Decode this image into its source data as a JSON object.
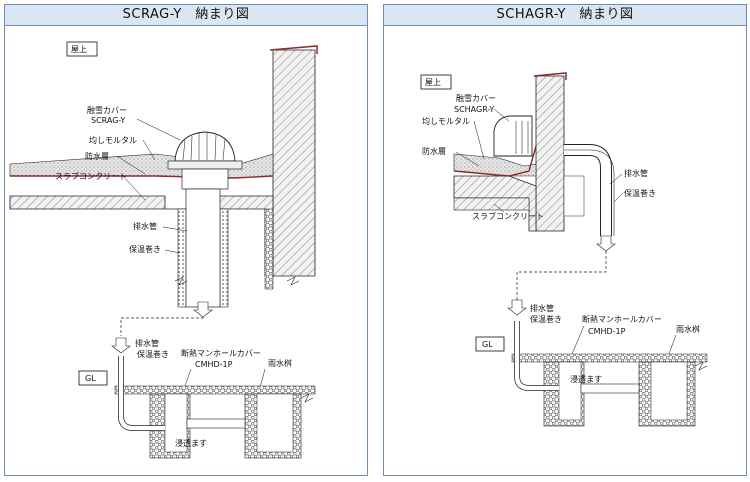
{
  "panels": [
    {
      "title": "SCRAG-Y　納まり図",
      "labels": {
        "roof": "屋上",
        "cover": "融雪カバー",
        "model": "SCRAG-Y",
        "mortar": "均しモルタル",
        "waterproof": "防水層",
        "slab": "スラブコンクリート",
        "drain_pipe": "排水管",
        "insulation": "保温巻き",
        "drain_pipe_b": "排水管",
        "insulation_b": "保温巻き",
        "manhole": "断熱マンホールカバー",
        "manhole_model": "CMHD-1P",
        "rain_box": "雨水桝",
        "gl": "GL",
        "infiltration": "浸透ます"
      }
    },
    {
      "title": "SCHAGR-Y　納まり図",
      "labels": {
        "roof": "屋上",
        "cover": "融雪カバー",
        "model": "SCHAGR-Y",
        "mortar": "均しモルタル",
        "waterproof": "防水層",
        "slab": "スラブコンクリート",
        "drain_pipe": "排水管",
        "insulation": "保温巻き",
        "drain_pipe_b": "排水管",
        "insulation_b": "保温巻き",
        "manhole": "断熱マンホールカバー",
        "manhole_model": "CMHD-1P",
        "rain_box": "雨水桝",
        "gl": "GL",
        "infiltration": "浸透ます"
      }
    }
  ]
}
